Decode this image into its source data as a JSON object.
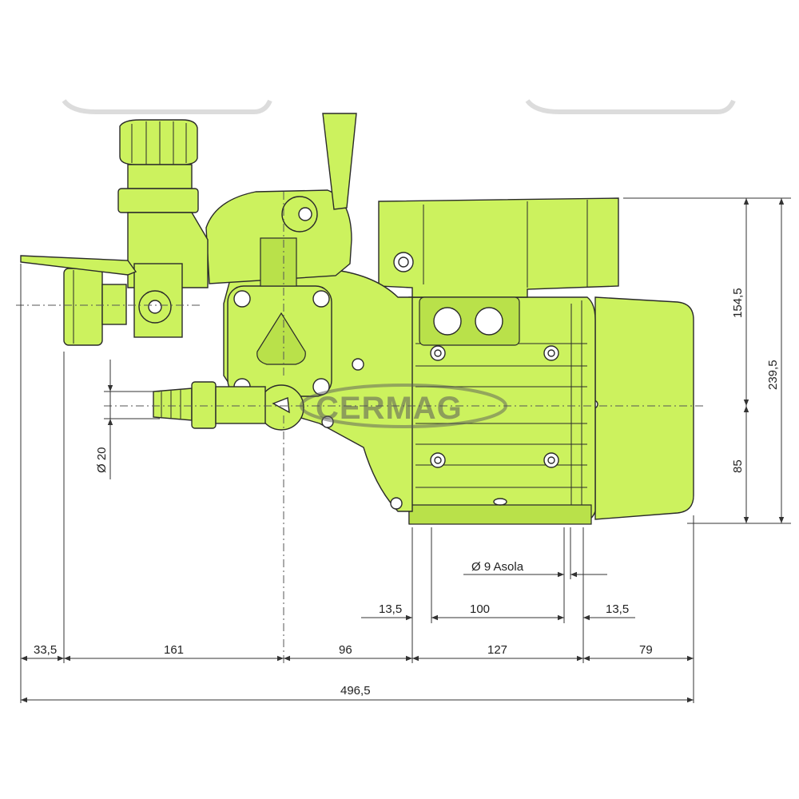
{
  "brand": {
    "watermark": "CERMAG"
  },
  "dimensions": {
    "top_left_fragment": "33,5",
    "intake_to_axis": "161",
    "axis_to_base": "96",
    "base_width": "127",
    "motor_overhang": "79",
    "total_length": "496,5",
    "left_flange": "13,5",
    "hole_spacing": "100",
    "right_flange": "13,5",
    "slot": "Ø 9 Asola",
    "inlet_diameter": "Ø 20",
    "upper_height": "154,5",
    "overall_height": "239,5",
    "axis_height": "85"
  }
}
